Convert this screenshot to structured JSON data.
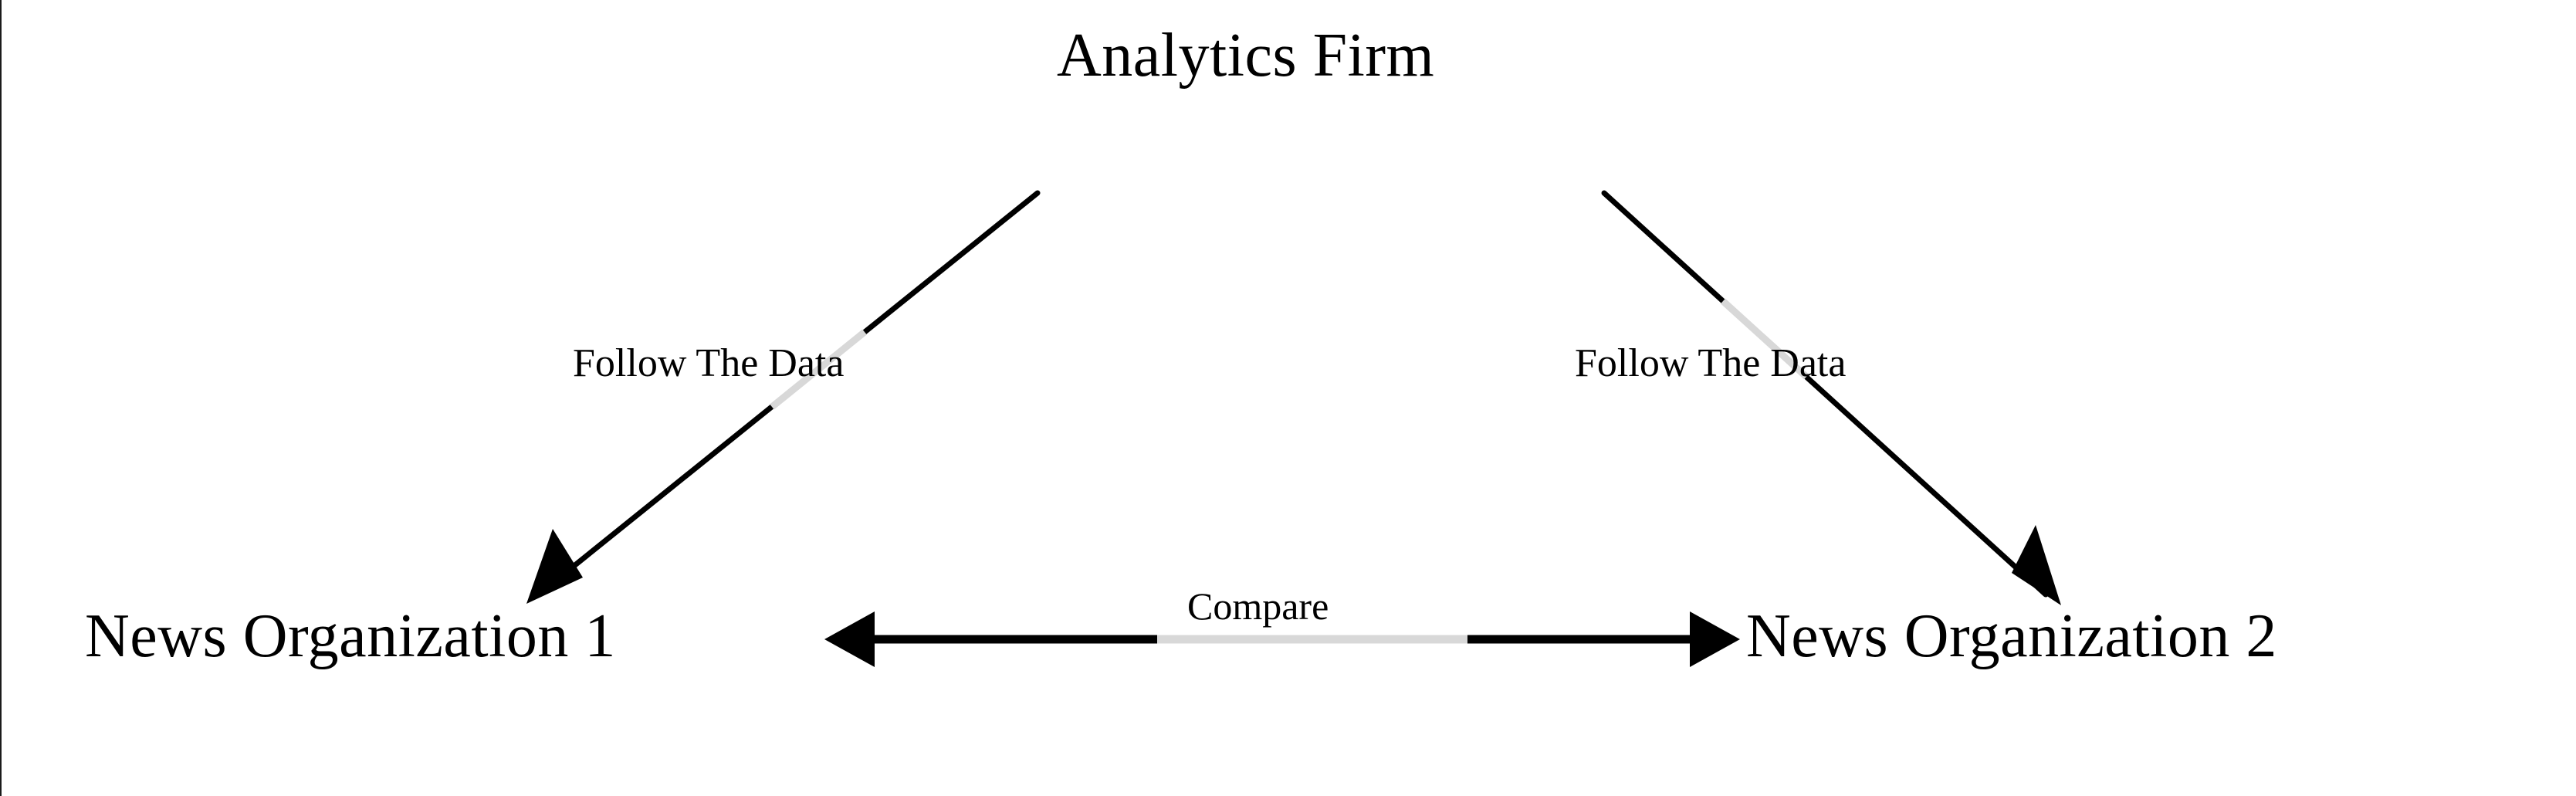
{
  "diagram": {
    "type": "directed-graph",
    "background_color": "#ffffff",
    "line_color": "#000000",
    "line_masked_color": "#d8d8d8",
    "text_color": "#000000",
    "nodes": [
      {
        "id": "analytics-firm",
        "label": "Analytics Firm"
      },
      {
        "id": "news-org-1",
        "label": "News Organization 1"
      },
      {
        "id": "news-org-2",
        "label": "News Organization 2"
      }
    ],
    "edges": [
      {
        "id": "analytics-to-org1",
        "label": "Follow The Data",
        "from": "analytics-firm",
        "to": "news-org-1",
        "arrowheads": "end"
      },
      {
        "id": "analytics-to-org2",
        "label": "Follow The Data",
        "from": "analytics-firm",
        "to": "news-org-2",
        "arrowheads": "end"
      },
      {
        "id": "org1-org2-compare",
        "label": "Compare",
        "from": "news-org-1",
        "to": "news-org-2",
        "arrowheads": "both"
      }
    ]
  }
}
